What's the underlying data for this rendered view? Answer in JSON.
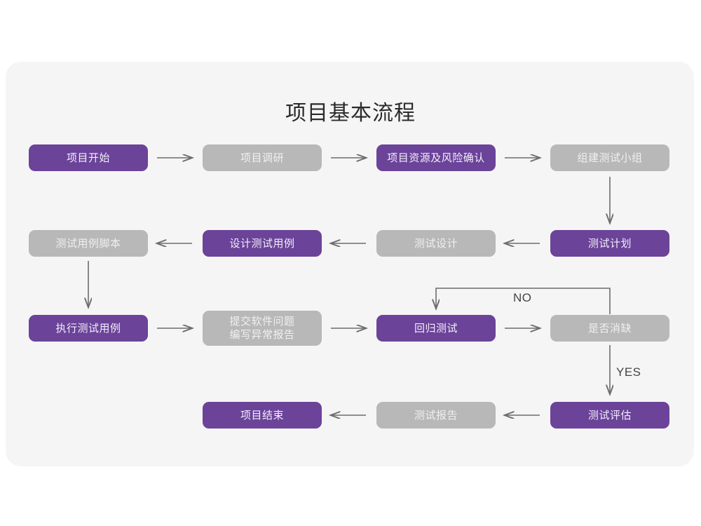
{
  "chart_data": {
    "type": "diagram",
    "diagram_type": "flowchart",
    "title": "项目基本流程",
    "accent_color": "#6b4399",
    "muted_color": "#b8b8b8",
    "panel_color": "#f5f5f5",
    "nodes": [
      {
        "id": "n1",
        "label": "项目开始",
        "style": "purple",
        "row": 1,
        "col": 1
      },
      {
        "id": "n2",
        "label": "项目调研",
        "style": "gray",
        "row": 1,
        "col": 2
      },
      {
        "id": "n3",
        "label": "项目资源及风险确认",
        "style": "purple",
        "row": 1,
        "col": 3
      },
      {
        "id": "n4",
        "label": "组建测试小组",
        "style": "gray",
        "row": 1,
        "col": 4
      },
      {
        "id": "n5",
        "label": "测试用例脚本",
        "style": "gray",
        "row": 2,
        "col": 1
      },
      {
        "id": "n6",
        "label": "设计测试用例",
        "style": "purple",
        "row": 2,
        "col": 2
      },
      {
        "id": "n7",
        "label": "测试设计",
        "style": "gray",
        "row": 2,
        "col": 3
      },
      {
        "id": "n8",
        "label": "测试计划",
        "style": "purple",
        "row": 2,
        "col": 4
      },
      {
        "id": "n9",
        "label": "执行测试用例",
        "style": "purple",
        "row": 3,
        "col": 1
      },
      {
        "id": "n10",
        "label": "提交软件问题\n编写异常报告",
        "style": "gray",
        "row": 3,
        "col": 2
      },
      {
        "id": "n11",
        "label": "回归测试",
        "style": "purple",
        "row": 3,
        "col": 3
      },
      {
        "id": "n12",
        "label": "是否消缺",
        "style": "gray",
        "row": 3,
        "col": 4
      },
      {
        "id": "n13",
        "label": "项目结束",
        "style": "purple",
        "row": 4,
        "col": 2
      },
      {
        "id": "n14",
        "label": "测试报告",
        "style": "gray",
        "row": 4,
        "col": 3
      },
      {
        "id": "n15",
        "label": "测试评估",
        "style": "purple",
        "row": 4,
        "col": 4
      }
    ],
    "edges": [
      {
        "from": "n1",
        "to": "n2",
        "label": "",
        "direction": "right"
      },
      {
        "from": "n2",
        "to": "n3",
        "label": "",
        "direction": "right"
      },
      {
        "from": "n3",
        "to": "n4",
        "label": "",
        "direction": "right"
      },
      {
        "from": "n4",
        "to": "n8",
        "label": "",
        "direction": "down"
      },
      {
        "from": "n8",
        "to": "n7",
        "label": "",
        "direction": "left"
      },
      {
        "from": "n7",
        "to": "n6",
        "label": "",
        "direction": "left"
      },
      {
        "from": "n6",
        "to": "n5",
        "label": "",
        "direction": "left"
      },
      {
        "from": "n5",
        "to": "n9",
        "label": "",
        "direction": "down"
      },
      {
        "from": "n9",
        "to": "n10",
        "label": "",
        "direction": "right"
      },
      {
        "from": "n10",
        "to": "n11",
        "label": "",
        "direction": "right"
      },
      {
        "from": "n11",
        "to": "n12",
        "label": "",
        "direction": "right"
      },
      {
        "from": "n12",
        "to": "n11",
        "label": "NO",
        "direction": "loop-up-left-down"
      },
      {
        "from": "n12",
        "to": "n15",
        "label": "YES",
        "direction": "down"
      },
      {
        "from": "n15",
        "to": "n14",
        "label": "",
        "direction": "left"
      },
      {
        "from": "n14",
        "to": "n13",
        "label": "",
        "direction": "left"
      }
    ],
    "edge_labels": {
      "no": "NO",
      "yes": "YES"
    }
  }
}
